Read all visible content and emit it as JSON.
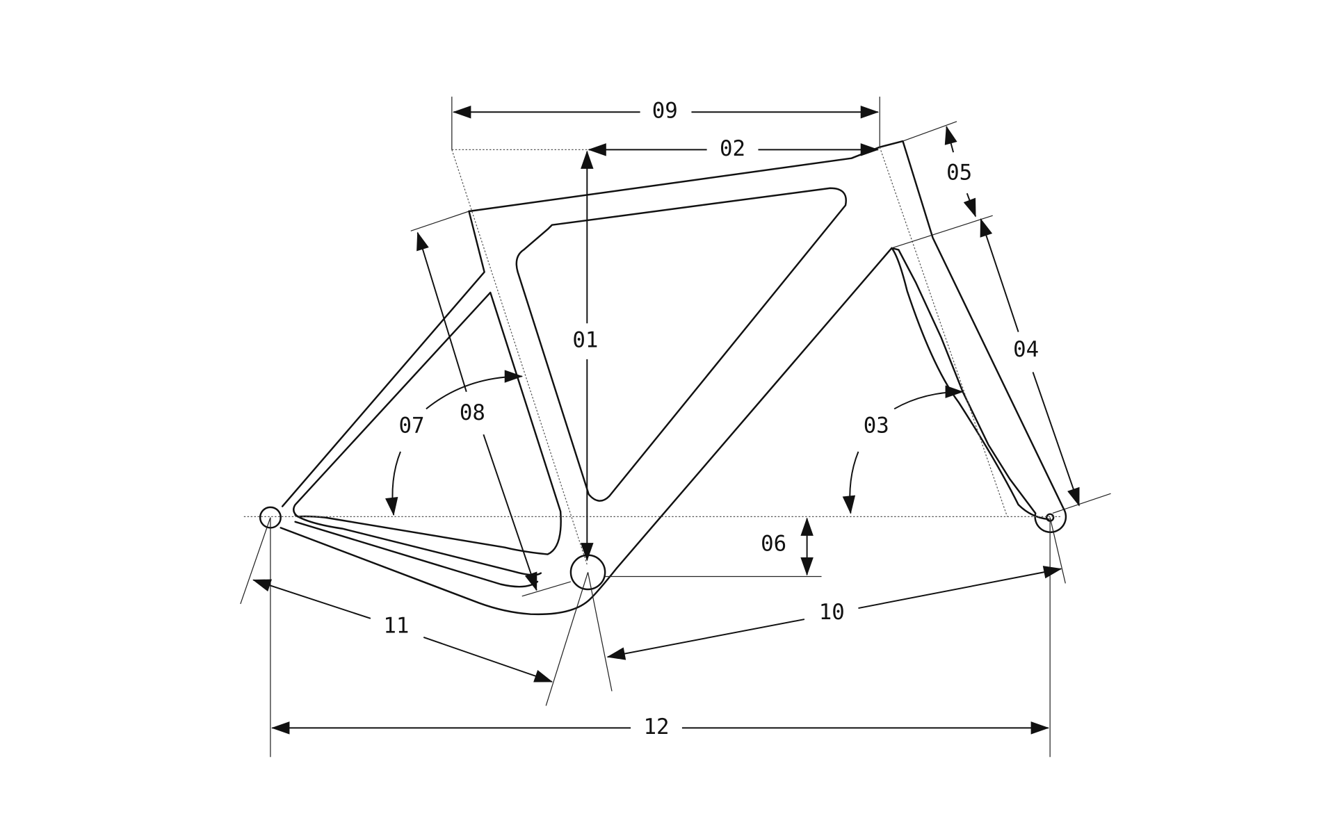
{
  "diagram": {
    "title": "Bicycle frame geometry",
    "labels": {
      "d01": "01",
      "d02": "02",
      "d03": "03",
      "d04": "04",
      "d05": "05",
      "d06": "06",
      "d07": "07",
      "d08": "08",
      "d09": "09",
      "d10": "10",
      "d11": "11",
      "d12": "12"
    },
    "line_color": "#111111",
    "background": "#ffffff"
  }
}
